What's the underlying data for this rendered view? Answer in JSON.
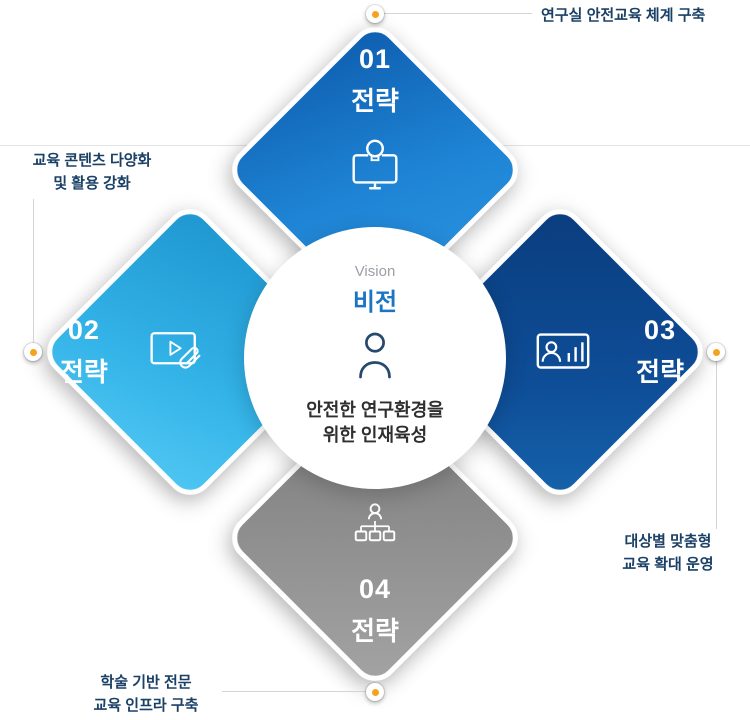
{
  "center": {
    "vision_en": "Vision",
    "vision_ko": "비전",
    "statement_line1": "안전한 연구환경을",
    "statement_line2": "위한 인재육성"
  },
  "strategies": [
    {
      "number": "01",
      "label": "전략",
      "callout_line1": "연구실 안전교육 체계 구축",
      "callout_line2": ""
    },
    {
      "number": "02",
      "label": "전략",
      "callout_line1": "교육 콘텐츠 다양화",
      "callout_line2": "및 활용 강화"
    },
    {
      "number": "03",
      "label": "전략",
      "callout_line1": "대상별 맞춤형",
      "callout_line2": "교육 확대 운영"
    },
    {
      "number": "04",
      "label": "전략",
      "callout_line1": "학술 기반 전문",
      "callout_line2": "교육 인프라 구축"
    }
  ],
  "icons": {
    "strategy_01": "lightbulb-monitor-icon",
    "strategy_02": "video-play-icon",
    "strategy_03": "person-chart-icon",
    "strategy_04": "org-chart-icon",
    "center": "person-icon",
    "connectors": "orange-dot-marker"
  },
  "colors": {
    "diamond_01": "#1973c8",
    "diamond_02": "#2babe2",
    "diamond_03": "#0d4a8f",
    "diamond_04": "#8f8f8f",
    "accent_dot": "#f6a21e",
    "callout_text": "#1a4066",
    "vision_ko_color": "#1b74c4",
    "vision_en_color": "#9aa0a6",
    "statement_color": "#2f2f2f",
    "connector_line": "#d4d4d4"
  }
}
